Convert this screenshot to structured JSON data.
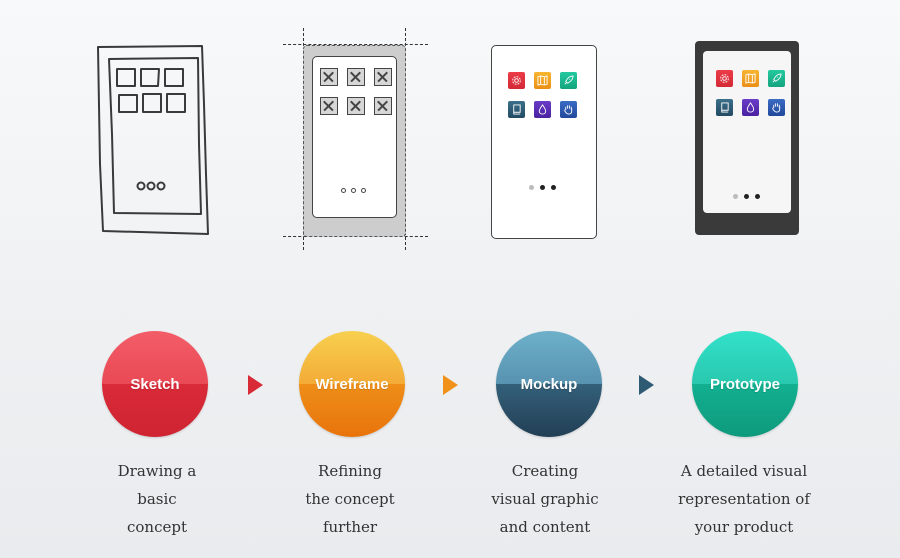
{
  "stages": [
    {
      "id": "sketch",
      "label": "Sketch",
      "color_top": "#f2505b",
      "color_bottom": "#d92a38",
      "arrow_color": "#d92a38",
      "description_lines": [
        "Drawing a",
        "basic",
        "concept"
      ]
    },
    {
      "id": "wireframe",
      "label": "Wireframe",
      "color_top": "#f7c23a",
      "color_bottom": "#ea7a0f",
      "arrow_color": "#f0921a",
      "description_lines": [
        "Refining",
        "the concept",
        "further"
      ]
    },
    {
      "id": "mockup",
      "label": "Mockup",
      "color_top": "#5fa6c2",
      "color_bottom": "#234a62",
      "arrow_color": "#2f5a73",
      "description_lines": [
        "Creating",
        "visual graphic",
        "and content"
      ]
    },
    {
      "id": "prototype",
      "label": "Prototype",
      "color_top": "#1fdcc2",
      "color_bottom": "#0f9e7e",
      "arrow_color": null,
      "description_lines": [
        "A detailed visual",
        "representation of",
        "your product"
      ]
    }
  ],
  "app_icons": [
    {
      "name": "gear-icon",
      "color": "#e0303c"
    },
    {
      "name": "map-icon",
      "color": "#f0a020"
    },
    {
      "name": "rocket-icon",
      "color": "#1cb890"
    },
    {
      "name": "book-icon",
      "color": "#2d5a74"
    },
    {
      "name": "drop-icon",
      "color": "#5a2bb5"
    },
    {
      "name": "hand-icon",
      "color": "#2a5ab0"
    }
  ],
  "page_indicator": {
    "total": 3,
    "active": [
      2,
      3
    ]
  }
}
